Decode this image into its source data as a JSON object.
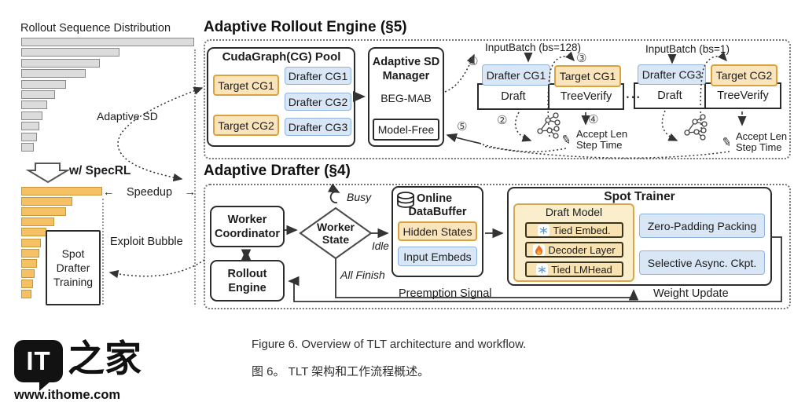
{
  "figure": {
    "left": {
      "title": "Rollout Sequence Distribution",
      "adaptive_sd": "Adaptive SD",
      "specrl": "w/ SpecRL",
      "speedup": "Speedup",
      "arrow_left": "←",
      "arrow_right": "→",
      "exploit_bubble": "Exploit Bubble",
      "spot_box": [
        "Spot",
        "Drafter",
        "Training"
      ],
      "gray_bar_widths": [
        220,
        125,
        100,
        82,
        57,
        43,
        33,
        27,
        23,
        20,
        16
      ],
      "orange_bar_widths": [
        103,
        65,
        57,
        42,
        32,
        25,
        23,
        20,
        17,
        15,
        13
      ],
      "colors": {
        "gray_fill": "#dcdcdc",
        "gray_border": "#8a8a8a",
        "orange_fill": "#f5c164",
        "orange_border": "#c79833"
      }
    },
    "engine": {
      "title": "Adaptive Rollout Engine (§5)",
      "pool": {
        "title": "CudaGraph(CG) Pool",
        "target1": "Target CG1",
        "target2": "Target CG2",
        "drafter1": "Drafter CG1",
        "drafter2": "Drafter CG2",
        "drafter3": "Drafter CG3"
      },
      "manager": {
        "line1": "Adaptive SD",
        "line2": "Manager",
        "algo": "BEG-MAB",
        "mode": "Model-Free"
      },
      "group1": {
        "input": "InputBatch (bs=128)",
        "drafter": "Drafter CG1",
        "target": "Target CG1",
        "draft": "Draft",
        "verify": "TreeVerify",
        "metric1": "Accept Len",
        "metric2": "Step Time"
      },
      "group2": {
        "input": "InputBatch (bs=1)",
        "drafter": "Drafter CG3",
        "target": "Target CG2",
        "draft": "Draft",
        "verify": "TreeVerify",
        "metric1": "Accept Len",
        "metric2": "Step Time"
      },
      "ellipsis": "⋯",
      "steps": {
        "s1": "①",
        "s2": "②",
        "s3": "③",
        "s4": "④",
        "s5": "⑤"
      },
      "pencil": "✎"
    },
    "drafter": {
      "title": "Adaptive Drafter (§4)",
      "worker_coordinator": {
        "line1": "Worker",
        "line2": "Coordinator"
      },
      "rollout_engine": {
        "line1": "Rollout",
        "line2": "Engine"
      },
      "worker_state": {
        "line1": "Worker",
        "line2": "State"
      },
      "busy": "Busy",
      "idle": "Idle",
      "all_finish": "All Finish",
      "databuffer": {
        "line1": "Online",
        "line2": "DataBuffer",
        "item1": "Hidden States",
        "item2": "Input Embeds"
      },
      "trainer": {
        "title": "Spot Trainer",
        "draft_model": "Draft Model",
        "layer1": "Tied Embed.",
        "layer2": "Decoder Layer",
        "layer3": "Tied LMHead",
        "feature1": "Zero-Padding Packing",
        "feature2": "Selective Async. Ckpt."
      },
      "preemption": "Preemption Signal",
      "weight_update": "Weight Update"
    },
    "caption_en": "Figure 6. Overview of TLT architecture and workflow.",
    "caption_zh": "图 6。  TLT 架构和工作流程概述。"
  },
  "site": {
    "logo": "IT",
    "logo_cn": "之家",
    "url": "www.ithome.com"
  }
}
